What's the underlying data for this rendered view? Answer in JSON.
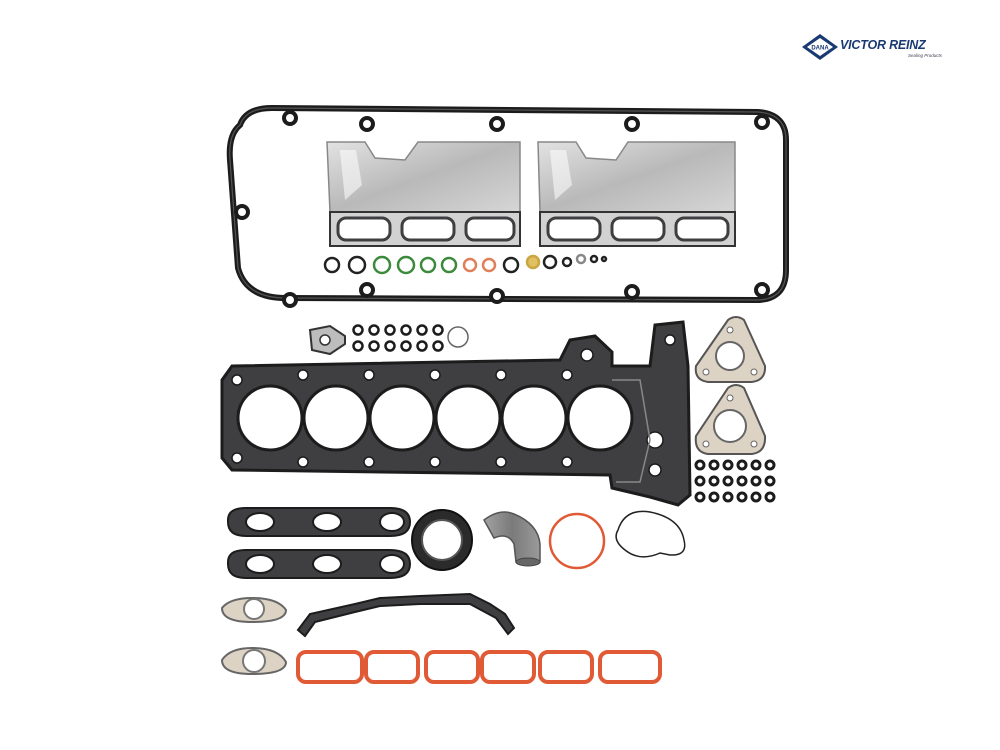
{
  "brand": {
    "logo_text": "DANA",
    "name": "VICTOR REINZ",
    "tagline": "Sealing Products",
    "colors": {
      "primary": "#1a3a72",
      "accent": "#c0d0e8"
    }
  },
  "scene": {
    "background": "#ffffff",
    "colors": {
      "gasket_dark": "#1c1c1c",
      "gasket_metal": "#3f3f42",
      "steel_shield": "#c9c9c9",
      "beige_gasket": "#ddd3c4",
      "orange_gasket": "#e05a36",
      "green_oring": "#3c8a3c",
      "hose_grey": "#8c8c8c"
    }
  }
}
